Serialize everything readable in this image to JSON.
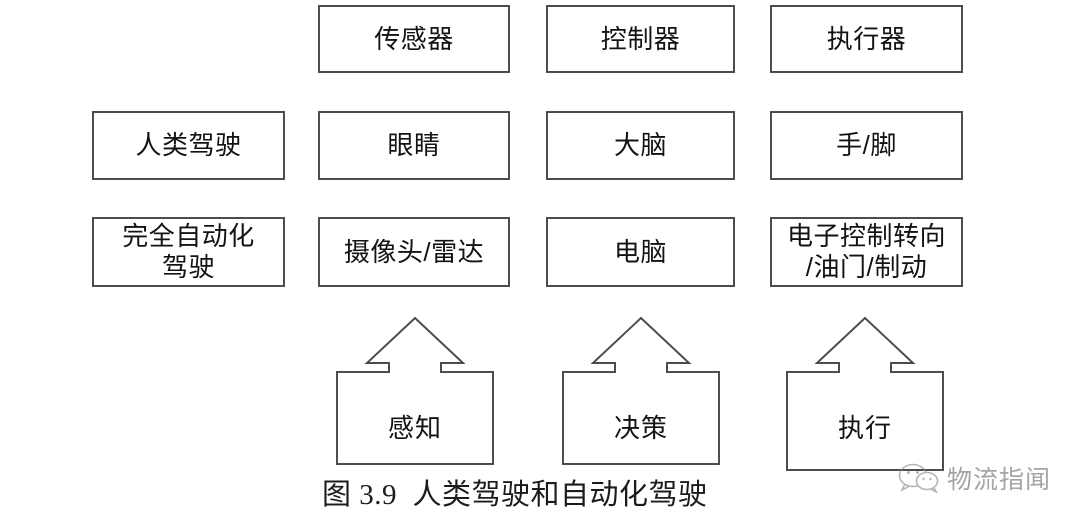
{
  "figure": {
    "caption": "图 3.9  人类驾驶和自动化驾驶",
    "background_color": "#ffffff",
    "stroke_color": "#4d4d4d",
    "text_color": "#131313"
  },
  "columns": [
    {
      "id": "mode",
      "header": ""
    },
    {
      "id": "sensor",
      "header": "传感器"
    },
    {
      "id": "controller",
      "header": "控制器"
    },
    {
      "id": "actuator",
      "header": "执行器"
    }
  ],
  "rows": [
    {
      "id": "header-row",
      "cells": [
        "",
        "传感器",
        "控制器",
        "执行器"
      ]
    },
    {
      "id": "human-driving",
      "cells": [
        "人类驾驶",
        "眼睛",
        "大脑",
        "手/脚"
      ]
    },
    {
      "id": "full-automated-driving",
      "cells": [
        "完全自动化\n驾驶",
        "摄像头/雷达",
        "电脑",
        "电子控制转向\n/油门/制动"
      ]
    }
  ],
  "arrows": [
    {
      "id": "perception",
      "label": "感知"
    },
    {
      "id": "decision",
      "label": "决策"
    },
    {
      "id": "execution",
      "label": "执行"
    }
  ],
  "watermark": {
    "icon": "wechat-icon",
    "text": "物流指闻"
  }
}
